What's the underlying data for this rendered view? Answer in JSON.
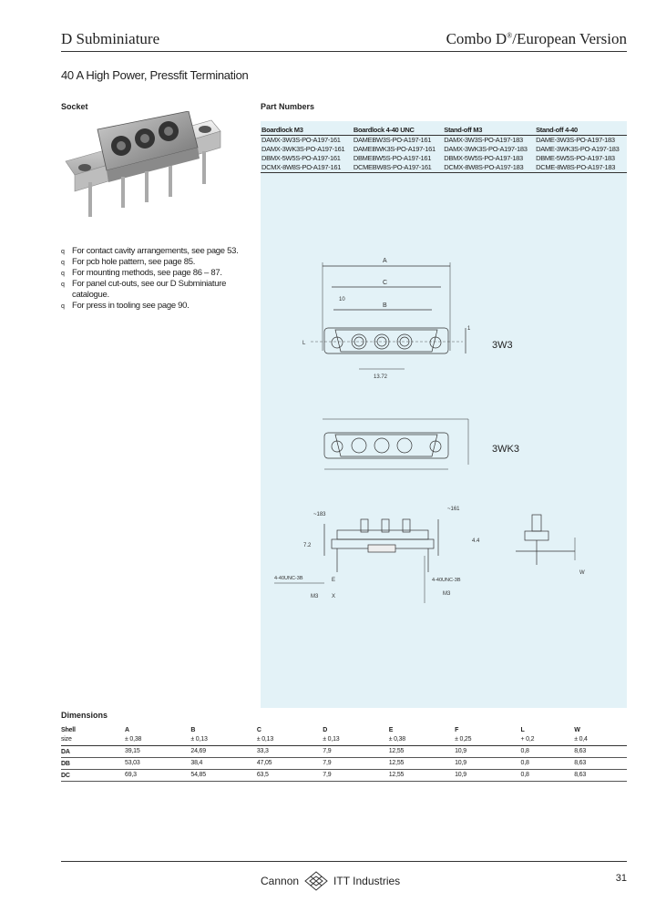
{
  "header": {
    "left_title": "D Subminiature",
    "right_title_main": "Combo D",
    "right_title_sup": "®",
    "right_title_tail": "/European Version"
  },
  "subtitle": "40 A High Power, Pressfit Termination",
  "socket_label": "Socket",
  "part_numbers": {
    "label": "Part Numbers",
    "columns": [
      "Boardlock M3",
      "Boardlock 4-40 UNC",
      "Stand-off M3",
      "Stand-off 4-40"
    ],
    "rows": [
      [
        "DAMX-3W3S-PO-A197-161",
        "DAMEBW3S-PO-A197-161",
        "DAMX-3W3S-PO-A197-183",
        "DAME-3W3S-PO-A197-183"
      ],
      [
        "DAMX-3WK3S-PO-A197-161",
        "DAMEBWK3S-PO-A197-161",
        "DAMX-3WK3S-PO-A197-183",
        "DAME-3WK3S-PO-A197-183"
      ],
      [
        "DBMX-5W5S-PO-A197-161",
        "DBMEBW5S-PO-A197-161",
        "DBMX-5W5S-PO-A197-183",
        "DBME-5W5S-PO-A197-183"
      ],
      [
        "DCMX-8W8S-PO-A197-161",
        "DCMEBW8S-PO-A197-161",
        "DCMX-8W8S-PO-A197-183",
        "DCME-8W8S-PO-A197-183"
      ]
    ]
  },
  "bullets": {
    "marker": "q",
    "items": [
      "For contact cavity arrangements, see page 53.",
      "For pcb hole pattern, see page 85.",
      "For mounting methods, see page 86 – 87.",
      "For panel cut-outs, see our D Subminiature catalogue.",
      "For press in tooling see page 90."
    ]
  },
  "drawing": {
    "label_3w3": "3W3",
    "label_3wk3": "3WK3",
    "dim_a": "A",
    "dim_c": "C",
    "dim_b": "B",
    "dim_l": "L",
    "dim_w": "W",
    "dim_1": "1",
    "dim_10": "10",
    "dim_1372": "13.72",
    "dim_183": "~183",
    "dim_161": "~161",
    "dim_72": "7.2",
    "dim_44": "4.4",
    "dim_e": "E",
    "dim_x": "X",
    "thread_440": "4-40UNC-3B",
    "thread_m3": "M3"
  },
  "dimensions": {
    "label": "Dimensions",
    "header": [
      "Shell",
      "A",
      "B",
      "C",
      "D",
      "E",
      "F",
      "L",
      "W"
    ],
    "tol_row": [
      "size",
      "± 0,38",
      "± 0,13",
      "± 0,13",
      "± 0,13",
      "± 0,38",
      "± 0,25",
      "+ 0,2",
      "± 0,4"
    ],
    "rows": [
      [
        "DA",
        "39,15",
        "24,69",
        "33,3",
        "7,9",
        "12,55",
        "10,9",
        "0,8",
        "8,63"
      ],
      [
        "DB",
        "53,03",
        "38,4",
        "47,05",
        "7,9",
        "12,55",
        "10,9",
        "0,8",
        "8,63"
      ],
      [
        "DC",
        "69,3",
        "54,85",
        "63,5",
        "7,9",
        "12,55",
        "10,9",
        "0,8",
        "8,63"
      ]
    ]
  },
  "footer": {
    "brand": "Cannon",
    "company": "ITT Industries",
    "page_number": "31"
  }
}
